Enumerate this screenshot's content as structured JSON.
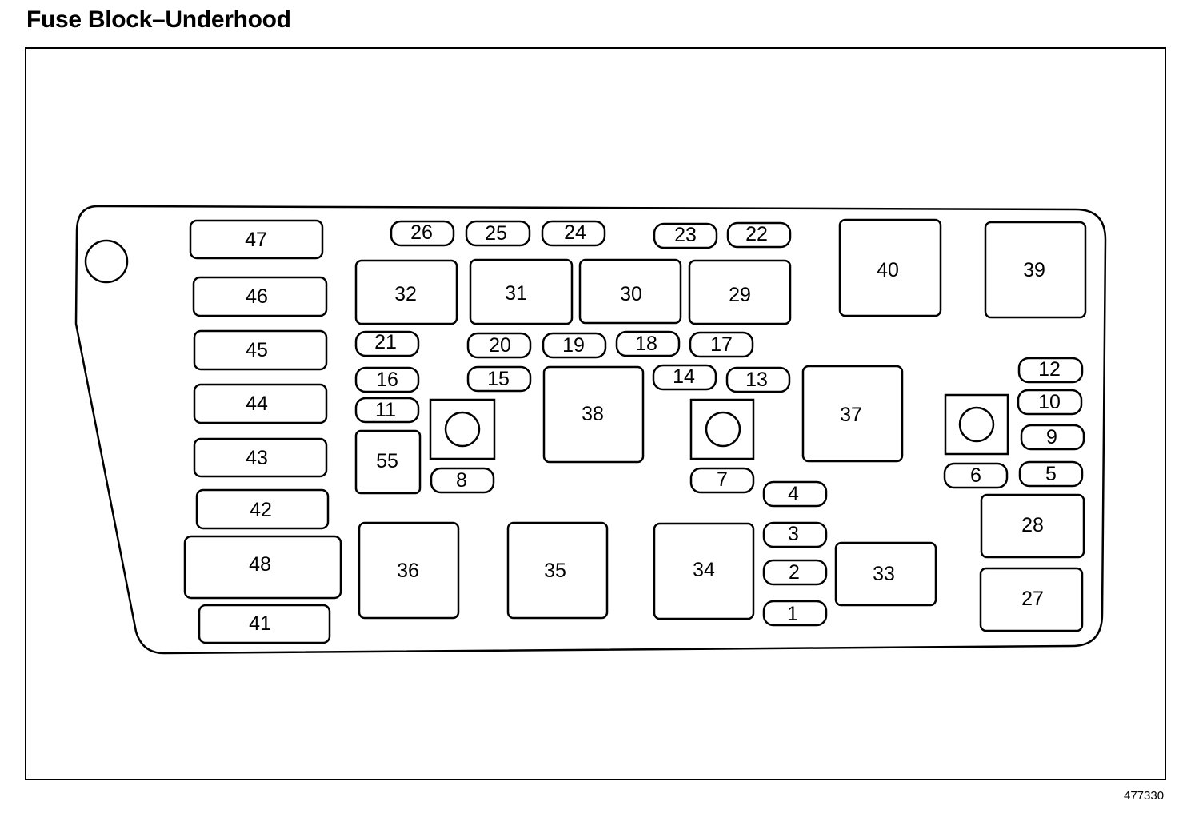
{
  "title": "Fuse Block–Underhood",
  "figure_id": "477330",
  "fuses": {
    "f1": "1",
    "f2": "2",
    "f3": "3",
    "f4": "4",
    "f5": "5",
    "f6": "6",
    "f7": "7",
    "f8": "8",
    "f9": "9",
    "f10": "10",
    "f11": "11",
    "f12": "12",
    "f13": "13",
    "f14": "14",
    "f15": "15",
    "f16": "16",
    "f17": "17",
    "f18": "18",
    "f19": "19",
    "f20": "20",
    "f21": "21",
    "f22": "22",
    "f23": "23",
    "f24": "24",
    "f25": "25",
    "f26": "26"
  },
  "relays": {
    "r27": "27",
    "r28": "28",
    "r29": "29",
    "r30": "30",
    "r31": "31",
    "r32": "32",
    "r33": "33",
    "r34": "34",
    "r35": "35",
    "r36": "36",
    "r37": "37",
    "r38": "38",
    "r39": "39",
    "r40": "40",
    "r55": "55"
  },
  "maxi_fuses": {
    "m41": "41",
    "m42": "42",
    "m43": "43",
    "m44": "44",
    "m45": "45",
    "m46": "46",
    "m47": "47",
    "m48": "48"
  }
}
